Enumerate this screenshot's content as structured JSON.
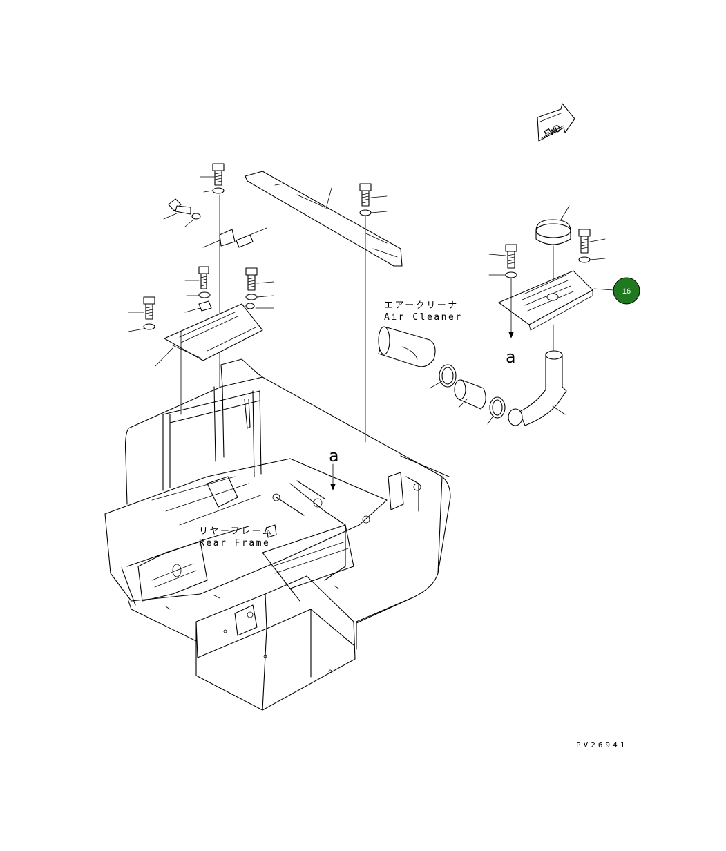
{
  "labels": {
    "fwd": "FWD",
    "air_cleaner_jp": "エアークリーナ",
    "air_cleaner_en": "Air Cleaner",
    "rear_frame_jp": "リヤーフレーム",
    "rear_frame_en": "Rear Frame",
    "view_marker_top": "a",
    "view_marker_frame": "a",
    "drawing_code": "PV26941"
  },
  "callout": {
    "number": "16",
    "color": "#1f7a1f"
  }
}
